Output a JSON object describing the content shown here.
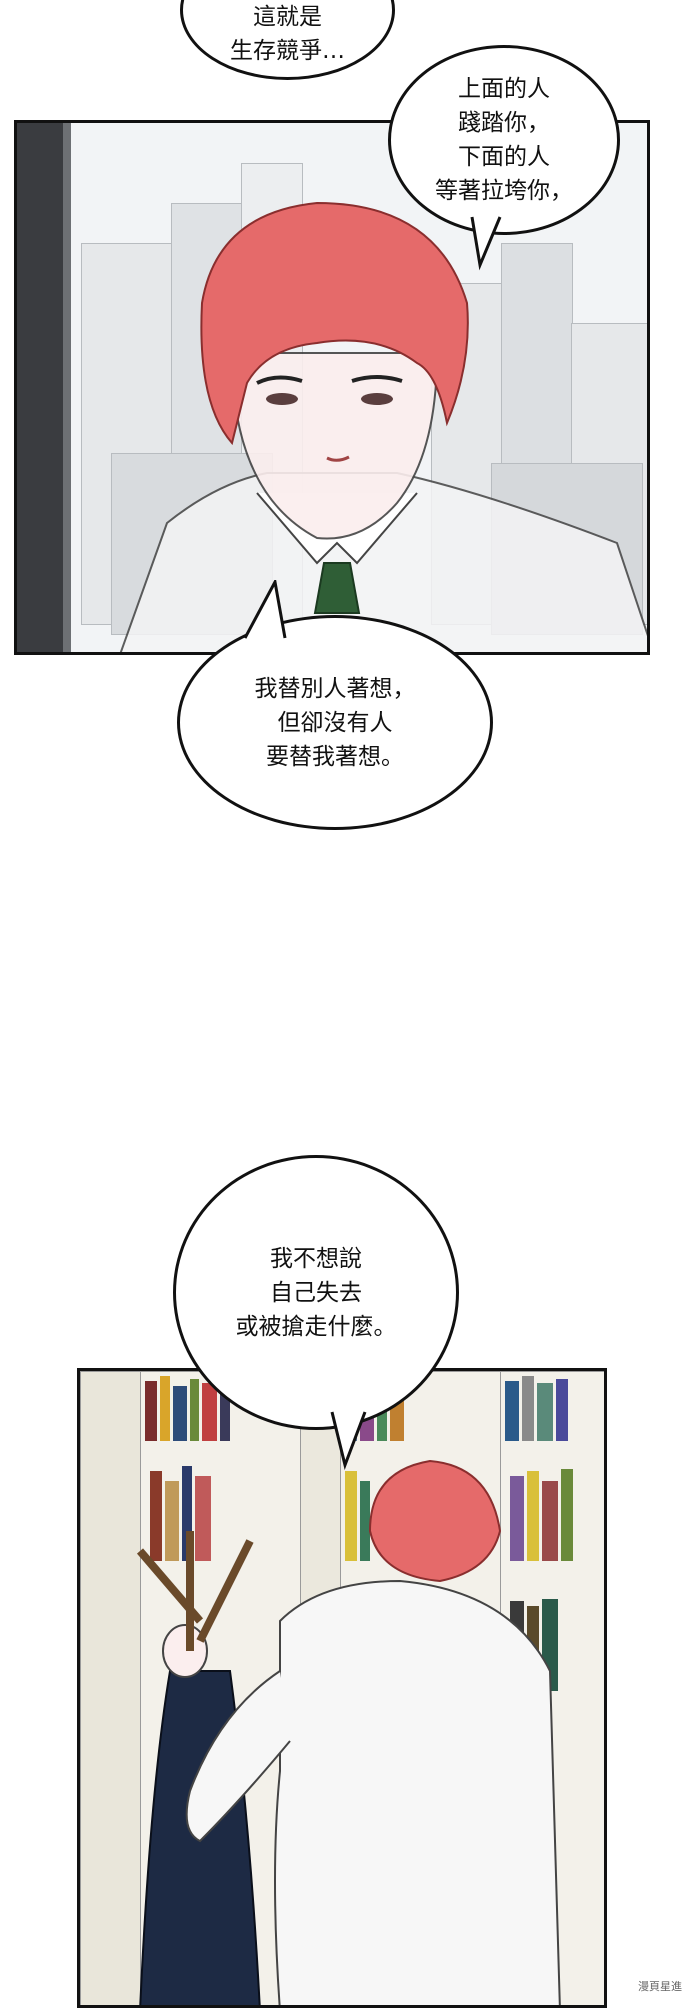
{
  "bubbles": {
    "b1": "這就是\n生存競爭…",
    "b2": "上面的人\n踐踏你，\n下面的人\n等著拉垮你，",
    "b3": "我替別人著想，\n但卻沒有人\n要替我著想。",
    "b4": "我不想說\n自己失去\n或被搶走什麼。"
  },
  "watermark": "漫頁星進",
  "colors": {
    "hair": "#e56a6a",
    "tie": "#2f5e36",
    "jacket": "#1d2a44",
    "frame_dark": "#3a3c40"
  }
}
